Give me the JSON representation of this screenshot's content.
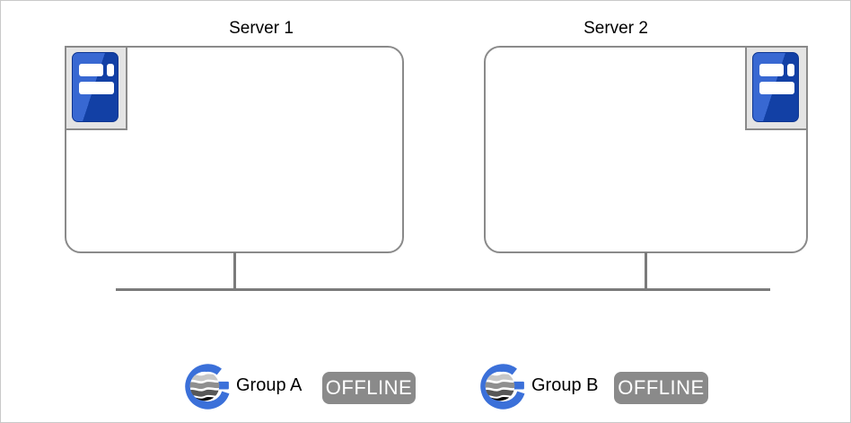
{
  "servers": [
    {
      "label": "Server 1"
    },
    {
      "label": "Server 2"
    }
  ],
  "groups": [
    {
      "label": "Group A",
      "status": "OFFLINE"
    },
    {
      "label": "Group B",
      "status": "OFFLINE"
    }
  ],
  "icons": {
    "server": "server-unit-icon",
    "group": "group-globe-g-icon"
  },
  "colors": {
    "box_border": "#8a8a8a",
    "line": "#7b7b7b",
    "icon_tile_bg": "#e4e4e4",
    "server_blue_light": "#3868d2",
    "server_blue_dark": "#1240a5",
    "logo_blue": "#3b70d9",
    "badge_bg": "#8a8a8a",
    "badge_text": "#ffffff"
  }
}
